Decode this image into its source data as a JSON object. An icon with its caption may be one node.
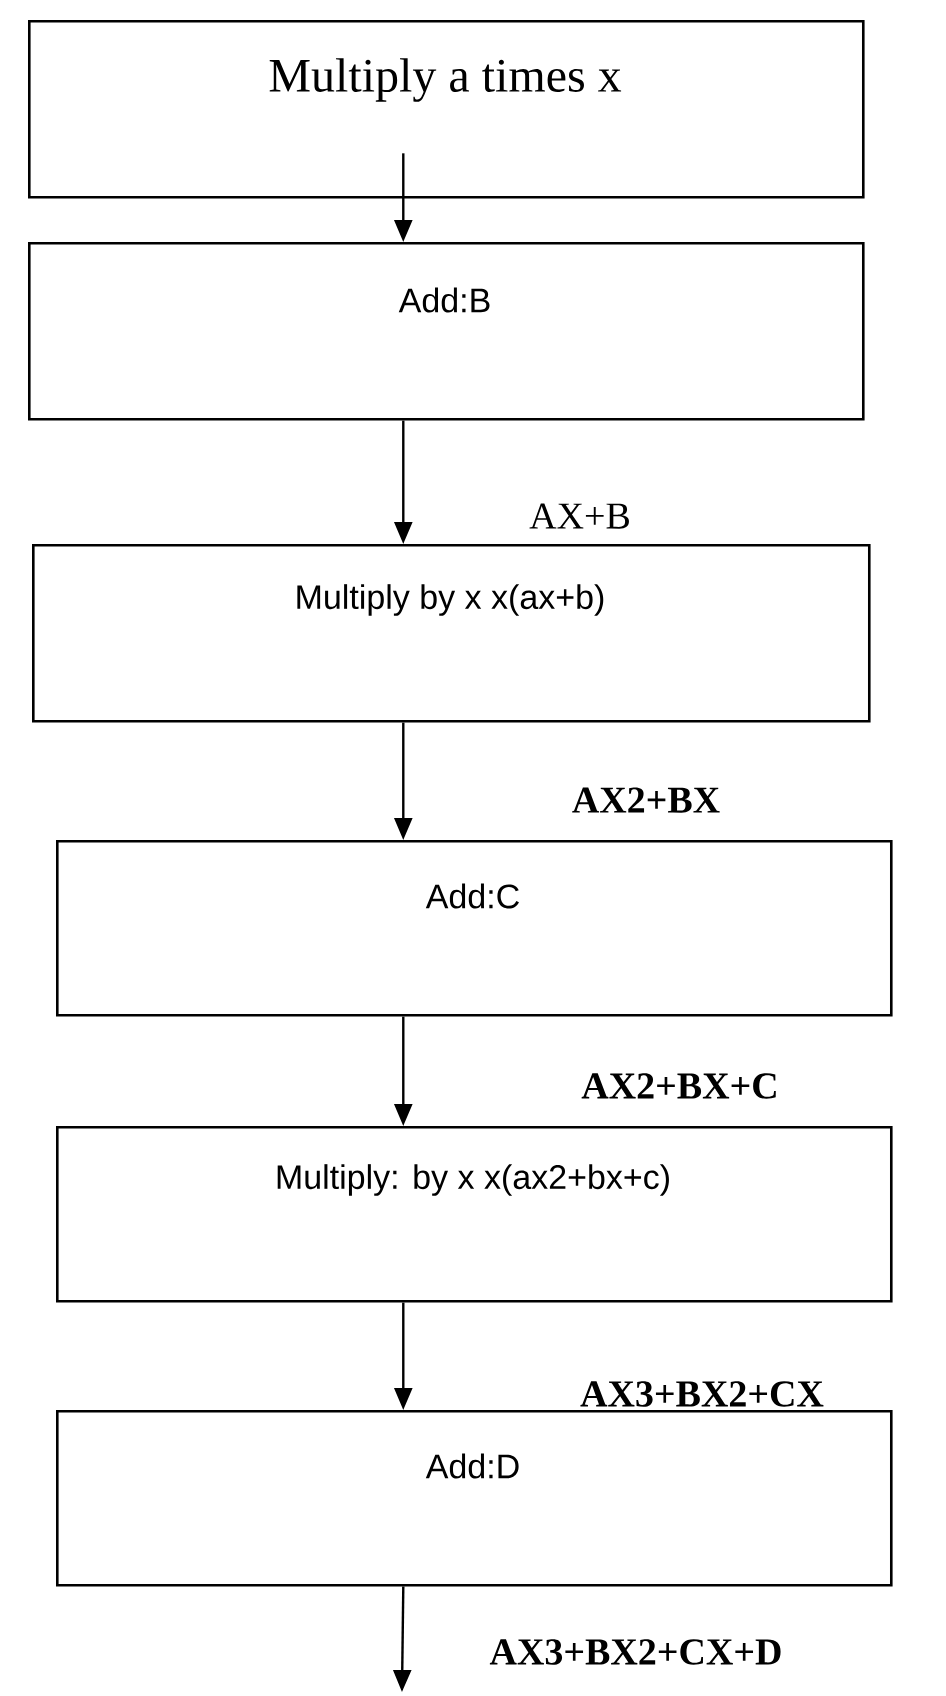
{
  "diagram": {
    "nodes": [
      {
        "text": [
          "Multiply a times x"
        ]
      },
      {
        "text": [
          "Add:B"
        ]
      },
      {
        "text": [
          "Multiply by x x(ax+b)"
        ]
      },
      {
        "text": [
          "Add:C"
        ]
      },
      {
        "text": [
          "Multiply: by x x(ax2+bx+c)"
        ]
      },
      {
        "text": [
          "Add:D"
        ]
      }
    ],
    "edges": [
      {
        "from": 0,
        "to": 1,
        "arrow": "to"
      },
      {
        "from": 1,
        "to": 2,
        "arrow": "to",
        "label": "AX+B"
      },
      {
        "from": 2,
        "to": 3,
        "arrow": "to",
        "label": "AX2+BX"
      },
      {
        "from": 3,
        "to": 4,
        "arrow": "to",
        "label": "AX2+BX+C"
      },
      {
        "from": 4,
        "to": 5,
        "arrow": "to",
        "label": "AX3+BX2+CX"
      },
      {
        "from": 5,
        "to": null,
        "arrow": "to",
        "label": "AX3+BX2+CX+D"
      }
    ]
  }
}
